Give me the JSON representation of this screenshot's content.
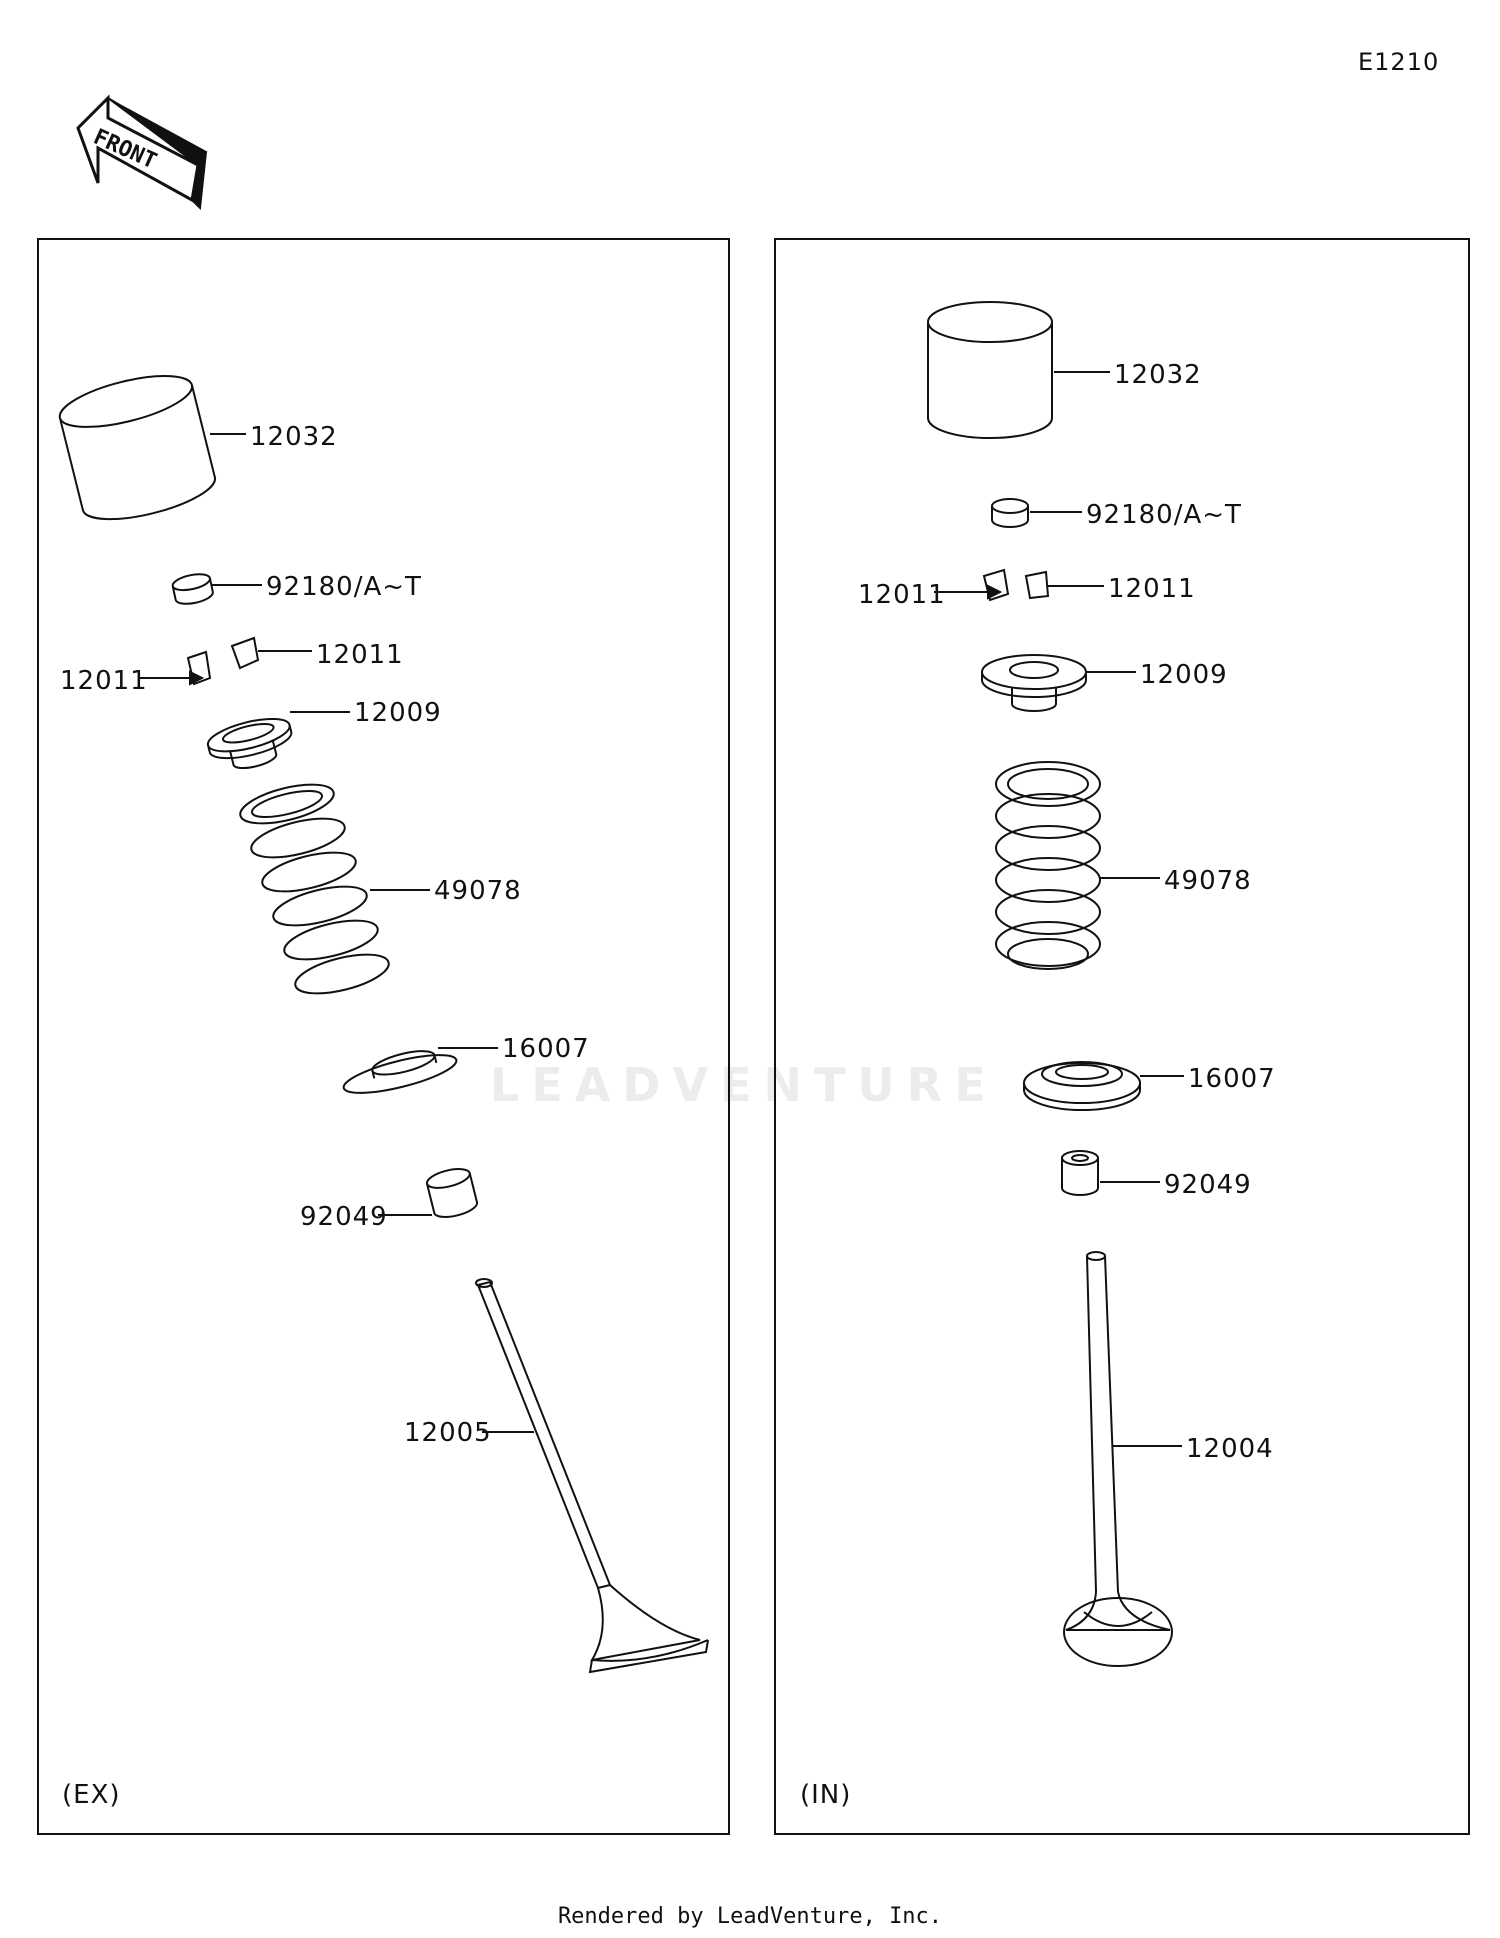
{
  "diagram_code": "E1210",
  "front_label": "FRONT",
  "watermark": "LEADVENTURE",
  "footer": "Rendered by LeadVenture, Inc.",
  "panels": {
    "ex": {
      "caption": "(EX)",
      "parts": {
        "tappet": "12032",
        "shim": "92180/A~T",
        "cotter_right": "12011",
        "cotter_left": "12011",
        "retainer": "12009",
        "spring": "49078",
        "seat": "16007",
        "seal": "92049",
        "valve": "12005"
      }
    },
    "in": {
      "caption": "(IN)",
      "parts": {
        "tappet": "12032",
        "shim": "92180/A~T",
        "cotter_right": "12011",
        "cotter_left": "12011",
        "retainer": "12009",
        "spring": "49078",
        "seat": "16007",
        "seal": "92049",
        "valve": "12004"
      }
    }
  }
}
